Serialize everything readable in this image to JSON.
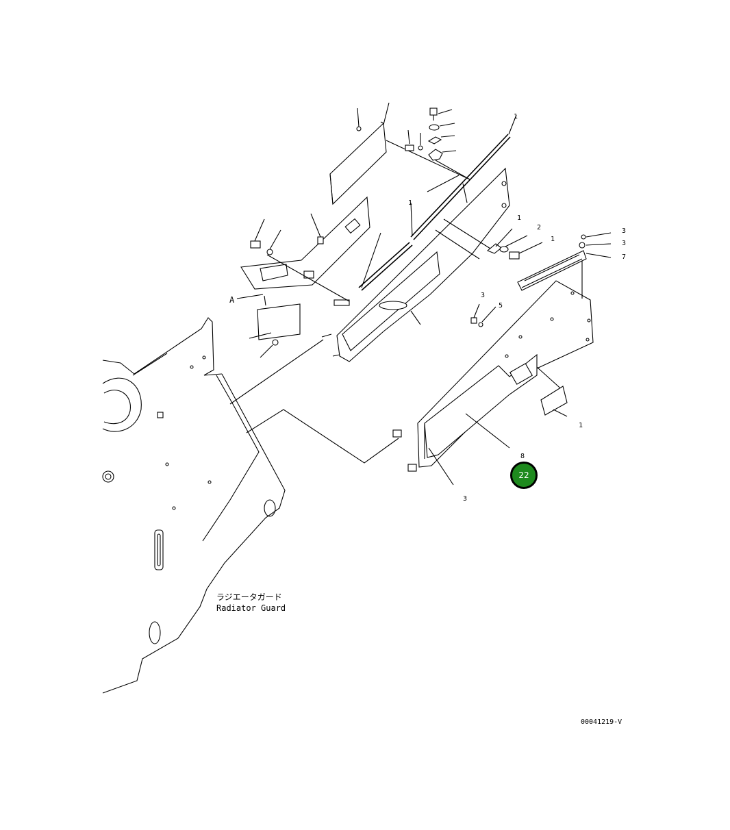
{
  "diagram": {
    "label_a": "A",
    "caption_jp": "ラジエータガード",
    "caption_en": "Radiator Guard",
    "drawing_number": "00041219-V",
    "callout_number": "22",
    "callout_color": "#1e8a1e",
    "part_marks": [
      "3",
      "3",
      "7",
      "1",
      "3",
      "8",
      "3",
      "5",
      "1",
      "2",
      "1",
      "1",
      "1"
    ]
  }
}
